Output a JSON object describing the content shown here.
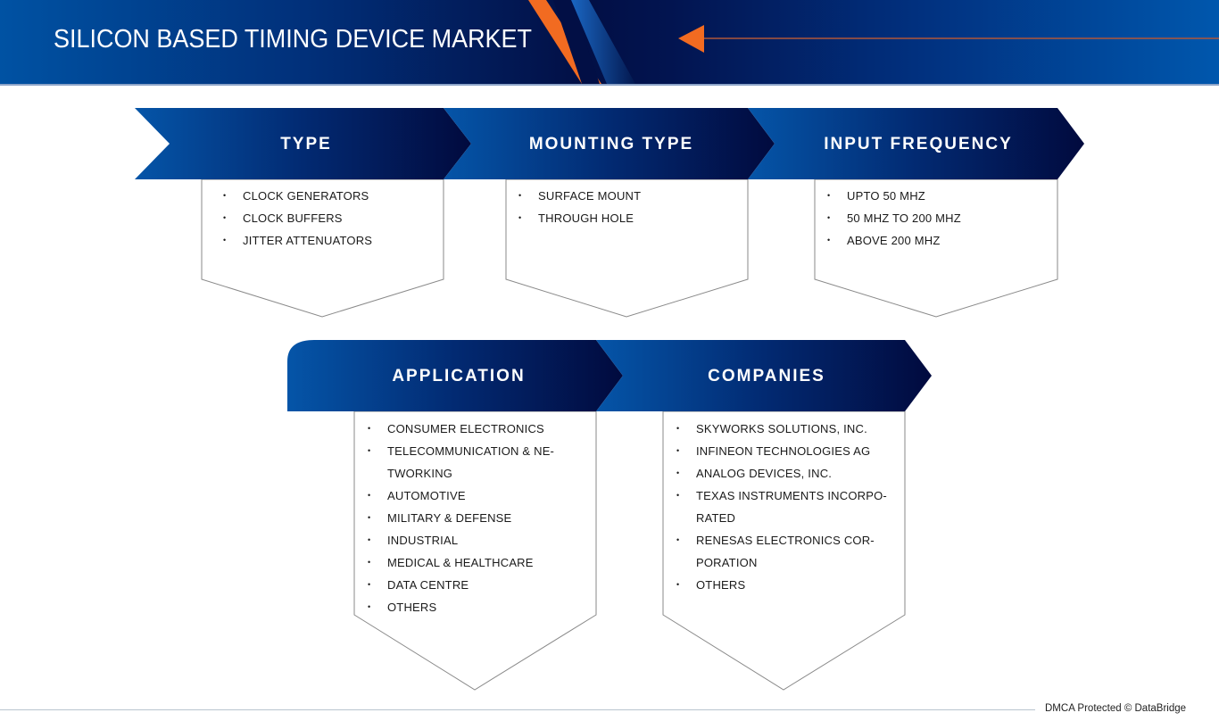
{
  "header": {
    "title": "SILICON BASED TIMING DEVICE MARKET",
    "colors": {
      "navy": "#020f45",
      "blue": "#0057ad",
      "accent_orange": "#f26b21"
    }
  },
  "segments": [
    {
      "label": "TYPE",
      "items": [
        "CLOCK GENERATORS",
        "CLOCK BUFFERS",
        "JITTER ATTENUATORS"
      ]
    },
    {
      "label": "MOUNTING TYPE",
      "items": [
        "SURFACE MOUNT",
        "THROUGH HOLE"
      ]
    },
    {
      "label": "INPUT FREQUENCY",
      "items": [
        "UPTO 50 MHZ",
        "50 MHZ TO 200 MHZ",
        "ABOVE 200 MHZ"
      ]
    },
    {
      "label": "APPLICATION",
      "items": [
        "CONSUMER ELECTRONICS",
        "TELECOMMUNICATION & NE-",
        "TWORKING",
        "AUTOMOTIVE",
        "MILITARY & DEFENSE",
        "INDUSTRIAL",
        "MEDICAL & HEALTHCARE",
        "DATA CENTRE",
        "OTHERS"
      ]
    },
    {
      "label": "COMPANIES",
      "items": [
        "SKYWORKS SOLUTIONS, INC.",
        "INFINEON TECHNOLOGIES AG",
        "ANALOG DEVICES, INC.",
        "TEXAS INSTRUMENTS INCORPO-",
        "RATED",
        "RENESAS ELECTRONICS COR-",
        "PORATION",
        "OTHERS"
      ]
    }
  ],
  "footer": {
    "text": "DMCA Protected © DataBridge"
  }
}
